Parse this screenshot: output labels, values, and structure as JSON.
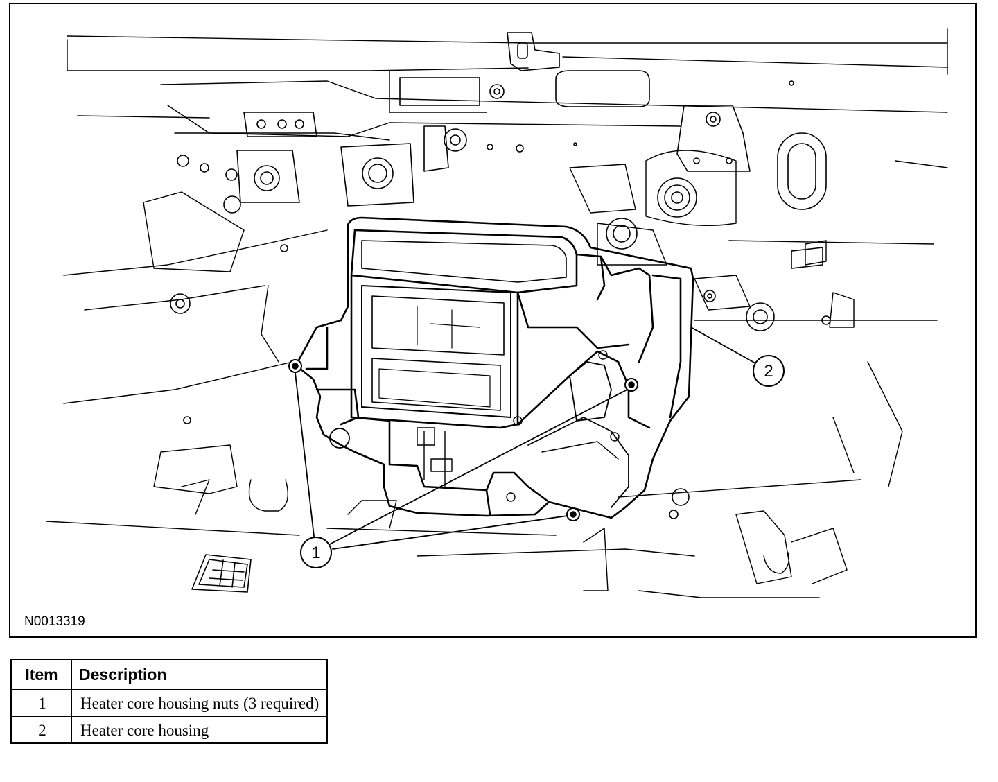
{
  "figure": {
    "id_code": "N0013319",
    "callouts": [
      "1",
      "2"
    ]
  },
  "legend": {
    "headers": {
      "item": "Item",
      "description": "Description"
    },
    "rows": [
      {
        "item": "1",
        "description": "Heater core housing nuts (3 required)"
      },
      {
        "item": "2",
        "description": "Heater core housing"
      }
    ]
  }
}
